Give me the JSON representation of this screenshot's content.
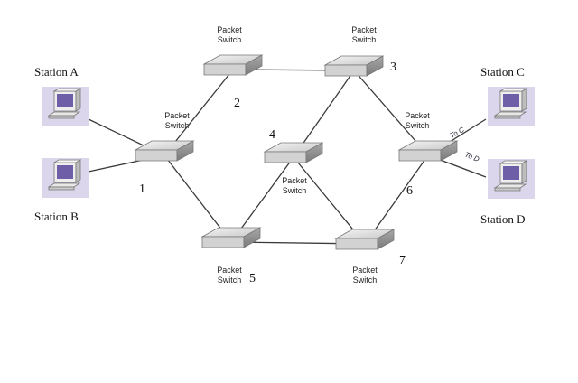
{
  "colors": {
    "switch_top": "#e4e4e4",
    "switch_side": "#9a9a9a",
    "station_bg": "#d9d3ea",
    "screen": "#6e5ea8",
    "link": "#3a3a3a"
  },
  "switches": [
    {
      "id": "1",
      "number": "1",
      "label_line1": "Packet",
      "label_line2": "Switch"
    },
    {
      "id": "2",
      "number": "2",
      "label_line1": "Packet",
      "label_line2": "Switch"
    },
    {
      "id": "3",
      "number": "3",
      "label_line1": "Packet",
      "label_line2": "Switch"
    },
    {
      "id": "4",
      "number": "4",
      "label_line1": "Packet",
      "label_line2": "Switch"
    },
    {
      "id": "5",
      "number": "5",
      "label_line1": "Packet",
      "label_line2": "Switch"
    },
    {
      "id": "6",
      "number": "6",
      "label_line1": "Packet",
      "label_line2": "Switch"
    },
    {
      "id": "7",
      "number": "7",
      "label_line1": "Packet",
      "label_line2": "Switch"
    }
  ],
  "stations": [
    {
      "id": "A",
      "label": "Station A"
    },
    {
      "id": "B",
      "label": "Station B"
    },
    {
      "id": "C",
      "label": "Station C"
    },
    {
      "id": "D",
      "label": "Station D"
    }
  ],
  "port_labels": {
    "to_c": "To C",
    "to_d": "To D"
  },
  "links": [
    [
      "A",
      "1"
    ],
    [
      "B",
      "1"
    ],
    [
      "1",
      "2"
    ],
    [
      "1",
      "5"
    ],
    [
      "2",
      "3"
    ],
    [
      "3",
      "4"
    ],
    [
      "3",
      "6"
    ],
    [
      "4",
      "5"
    ],
    [
      "4",
      "7"
    ],
    [
      "5",
      "7"
    ],
    [
      "7",
      "6"
    ],
    [
      "6",
      "C"
    ],
    [
      "6",
      "D"
    ]
  ]
}
